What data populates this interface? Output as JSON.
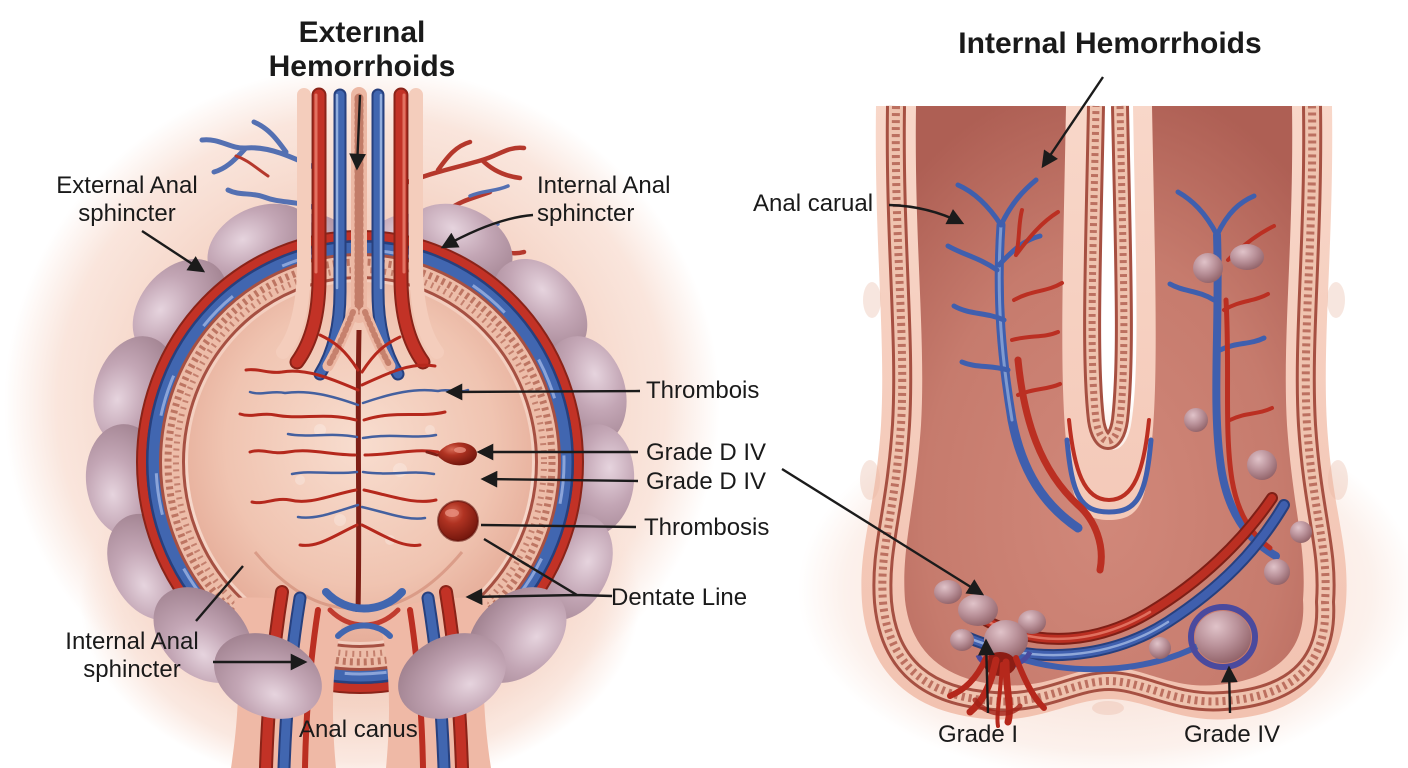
{
  "titles": {
    "left": "Exterınal Hemorrhoids",
    "right": "Internal Hemorrhoids"
  },
  "labels": {
    "external_anal_sphincter": "External Anal sphincter",
    "internal_anal_sphincter_top": "Internal Anal sphincter",
    "anal_canal_right": "Anal carual",
    "thrombois": "Thrombois",
    "grade_d_iv_1": "Grade D IV",
    "grade_d_iv_2": "Grade D IV",
    "thrombosis": "Thrombosis",
    "dentate_line": "Dentate Line",
    "internal_anal_sphincter_bottom": "Internal Anal sphincter",
    "anal_canus": "Anal canus",
    "grade_i": "Grade I",
    "grade_iv": "Grade IV"
  },
  "colors": {
    "artery_red": "#c23226",
    "artery_dark": "#8a2318",
    "vein_blue": "#4166b0",
    "vein_dark": "#27407e",
    "thrombus": "#8c1d14",
    "sphincter_mauve": "#bfa2b2",
    "tissue_pink": "#f0c3b2",
    "mucosa_speckle": "#9c4434",
    "background_blush": "#f3cfc0",
    "label_text": "#1a1a1a"
  }
}
